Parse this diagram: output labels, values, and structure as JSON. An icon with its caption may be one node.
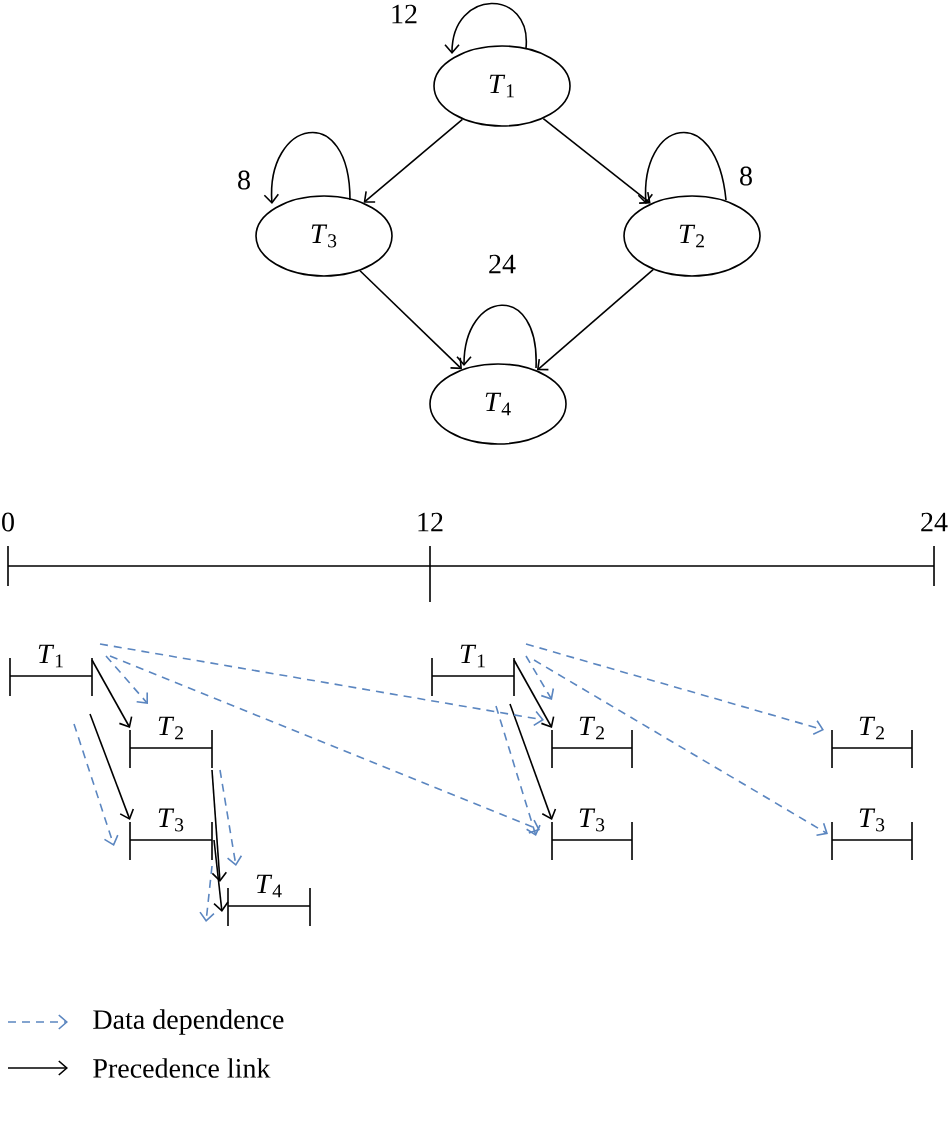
{
  "diagram": {
    "nodes": [
      {
        "text": [
          "*T*$_{1}$"
        ]
      },
      {
        "text": [
          "*T*$_{3}$"
        ]
      },
      {
        "text": [
          "*T*$_{2}$"
        ]
      },
      {
        "text": [
          "*T*$_{4}$"
        ]
      },
      {
        "text": [
          "*T*$_{1}$"
        ]
      },
      {
        "text": [
          "*T*$_{2}$"
        ]
      },
      {
        "text": [
          "*T*$_{3}$"
        ]
      },
      {
        "text": [
          "*T*$_{4}$"
        ]
      },
      {
        "text": [
          "*T*$_{1}$"
        ]
      },
      {
        "text": [
          "*T*$_{2}$"
        ]
      },
      {
        "text": [
          "*T*$_{3}$"
        ]
      },
      {
        "text": [
          "*T*$_{2}$"
        ]
      },
      {
        "text": [
          "*T*$_{3}$"
        ]
      }
    ],
    "edges": [
      {
        "from": 0,
        "to": 1,
        "arrow": "to"
      },
      {
        "from": 0,
        "to": 2,
        "arrow": "to"
      },
      {
        "from": 1,
        "to": 3,
        "arrow": "to"
      },
      {
        "from": 2,
        "to": 3,
        "arrow": "to"
      },
      {
        "from": 0,
        "to": 0,
        "arrow": "to",
        "label": "12"
      },
      {
        "from": 1,
        "to": 1,
        "arrow": "to",
        "label": "8"
      },
      {
        "from": 2,
        "to": 2,
        "arrow": "to",
        "label": "8"
      },
      {
        "from": 3,
        "to": 3,
        "arrow": "to",
        "label": "24"
      },
      {
        "from": 4,
        "to": 5,
        "arrow": "to"
      },
      {
        "from": 4,
        "to": 6,
        "arrow": "to"
      },
      {
        "from": 5,
        "to": 7,
        "arrow": "to"
      },
      {
        "from": 6,
        "to": 7,
        "arrow": "to"
      },
      {
        "from": 8,
        "to": 9,
        "arrow": "to"
      },
      {
        "from": 8,
        "to": 10,
        "arrow": "to"
      },
      {
        "from": 4,
        "to": 5,
        "arrow": "to",
        "style": "dashed",
        "color": "#5b86c0"
      },
      {
        "from": 4,
        "to": 6,
        "arrow": "to",
        "style": "dashed",
        "color": "#5b86c0"
      },
      {
        "from": 4,
        "to": 9,
        "arrow": "to",
        "style": "dashed",
        "color": "#5b86c0"
      },
      {
        "from": 4,
        "to": 10,
        "arrow": "to",
        "style": "dashed",
        "color": "#5b86c0"
      },
      {
        "from": 5,
        "to": 7,
        "arrow": "to",
        "style": "dashed",
        "color": "#5b86c0"
      },
      {
        "from": 6,
        "to": 7,
        "arrow": "to",
        "style": "dashed",
        "color": "#5b86c0"
      },
      {
        "from": 8,
        "to": 9,
        "arrow": "to",
        "style": "dashed",
        "color": "#5b86c0"
      },
      {
        "from": 8,
        "to": 10,
        "arrow": "to",
        "style": "dashed",
        "color": "#5b86c0"
      },
      {
        "from": 8,
        "to": 11,
        "arrow": "to",
        "style": "dashed",
        "color": "#5b86c0"
      },
      {
        "from": 8,
        "to": 12,
        "arrow": "to",
        "style": "dashed",
        "color": "#5b86c0"
      }
    ],
    "labels": [
      "0",
      "12",
      "24"
    ],
    "legend": [
      {
        "text": "Data dependence"
      },
      {
        "text": "Precedence link"
      }
    ]
  }
}
